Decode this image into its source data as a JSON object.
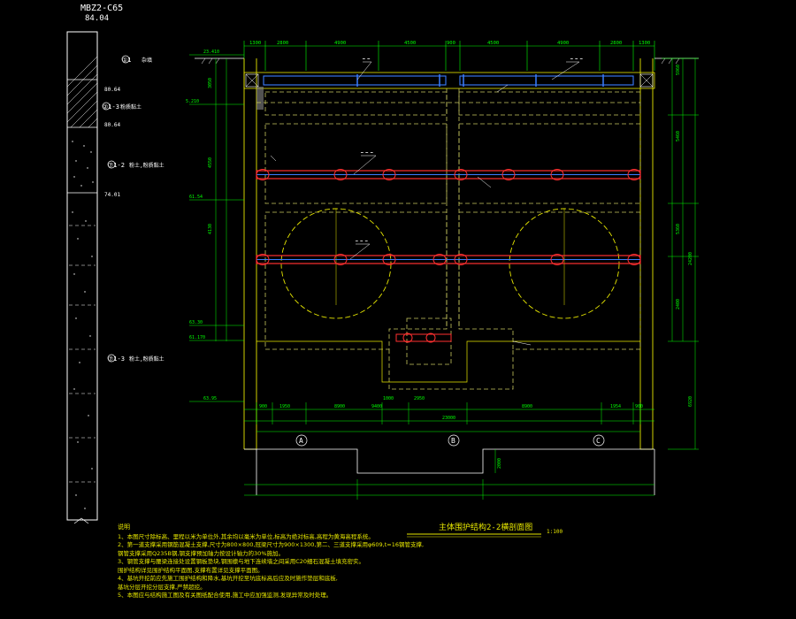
{
  "borehole": {
    "id": "MBZ2-C65",
    "elevation": "84.04",
    "depth_labels": [
      "80.64",
      "80.64",
      "74.01"
    ],
    "layers": [
      {
        "label": "①1",
        "desc": "杂填"
      },
      {
        "label": "②1-3",
        "desc": "粉质黏土"
      },
      {
        "label": "⑦1-2",
        "desc": "粉土,粉质黏土"
      },
      {
        "label": "⑦1-3",
        "desc": "粉土,粉质黏土"
      }
    ]
  },
  "dimensions": {
    "top_chain": [
      "1300",
      "2800",
      "4900",
      "4500",
      "900",
      "4500",
      "4900",
      "2800",
      "1300"
    ],
    "bottom_chain": [
      "900",
      "1950",
      "8900",
      "9400",
      "2950",
      "8900",
      "1954",
      "900"
    ],
    "total_width": "23000",
    "right_heights": [
      "5960",
      "5460",
      "5360",
      "2400"
    ],
    "right_total": "24200",
    "left_heights": [
      "3050",
      "4550",
      "4130"
    ],
    "bottom_depth": "6920",
    "pit_depth": "2000",
    "pit_width": "1000"
  },
  "elevations": [
    "23.410",
    "5.210",
    "61.54",
    "63.30",
    "61.170",
    "63.95"
  ],
  "axes": [
    "A",
    "B",
    "C"
  ],
  "title": {
    "text": "主体围护结构2-2横剖面图",
    "scale": "1:100"
  },
  "notes": {
    "heading": "说明",
    "items": [
      "1、本图尺寸除标高、里程以米为单位外,其余均以毫米为单位,标高为绝对标高,高程为黄海高程系统。",
      "2、第一道支撑采用钢筋混凝土支撑,尺寸为800×800,冠梁尺寸为900×1300,第二、三道支撑采用φ609,t=16钢管支撑,",
      "   钢管支撑采用Q235B钢,钢支撑预加轴力按设计轴力的30%施加。",
      "3、钢管支撑与腰梁连接处设置钢板垫块,钢围檩与地下连续墙之间采用C20细石混凝土填充密实。",
      "   围护结构详见围护结构平面图,支撑布置详见支撑平面图。",
      "4、基坑开挖前应先施工围护结构和降水,基坑开挖至坑底标高后应及时施作垫层和底板,",
      "   基坑分层开挖分层支撑,严禁超挖。",
      "5、本图应与结构施工图及有关图纸配合使用,施工中应加强监测,发现异常及时处理。"
    ]
  },
  "colors": {
    "background": "#000000",
    "dimension": "#00ff00",
    "structure": "#e8e800",
    "soil_dash": "#c8c860",
    "support_red": "#ff3030",
    "support_blue": "#3a7dff",
    "text_white": "#ffffff",
    "magenta": "#ff40ff",
    "cyan": "#00e0e0"
  }
}
